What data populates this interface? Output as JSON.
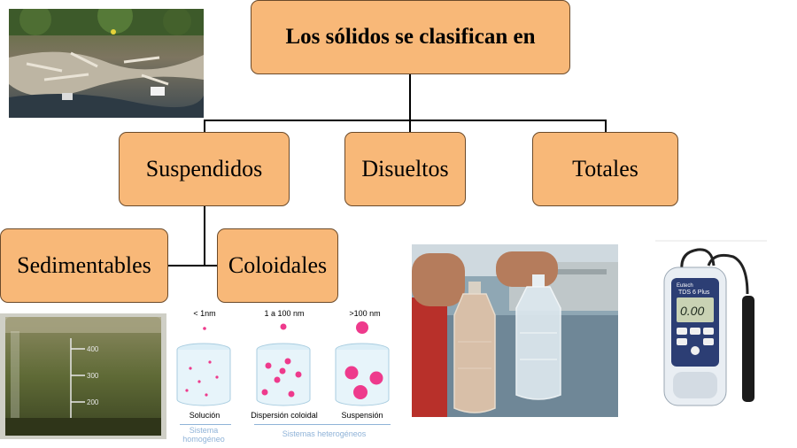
{
  "diagram": {
    "root": "Los sólidos se clasifican en",
    "level1": [
      "Suspendidos",
      "Disueltos",
      "Totales"
    ],
    "level2": [
      "Sedimentables",
      "Coloidales"
    ]
  },
  "illustration": {
    "sizes": [
      "< 1nm",
      "1 a 100 nm",
      ">100 nm"
    ],
    "names": [
      "Solución",
      "Dispersión coloidal",
      "Suspensión"
    ],
    "group_homogeneo": "Sistema homogéneo",
    "group_heterogeneo": "Sistemas heterogéneos"
  },
  "meter": {
    "brand": "Eutech",
    "model": "TDS 6 Plus",
    "reading": "0.00"
  },
  "beaker": {
    "marks": [
      "400",
      "300",
      "200"
    ]
  },
  "colors": {
    "box_fill": "#f8b878",
    "particle": "#ee3a8c",
    "group_label": "#8fb3d8"
  }
}
